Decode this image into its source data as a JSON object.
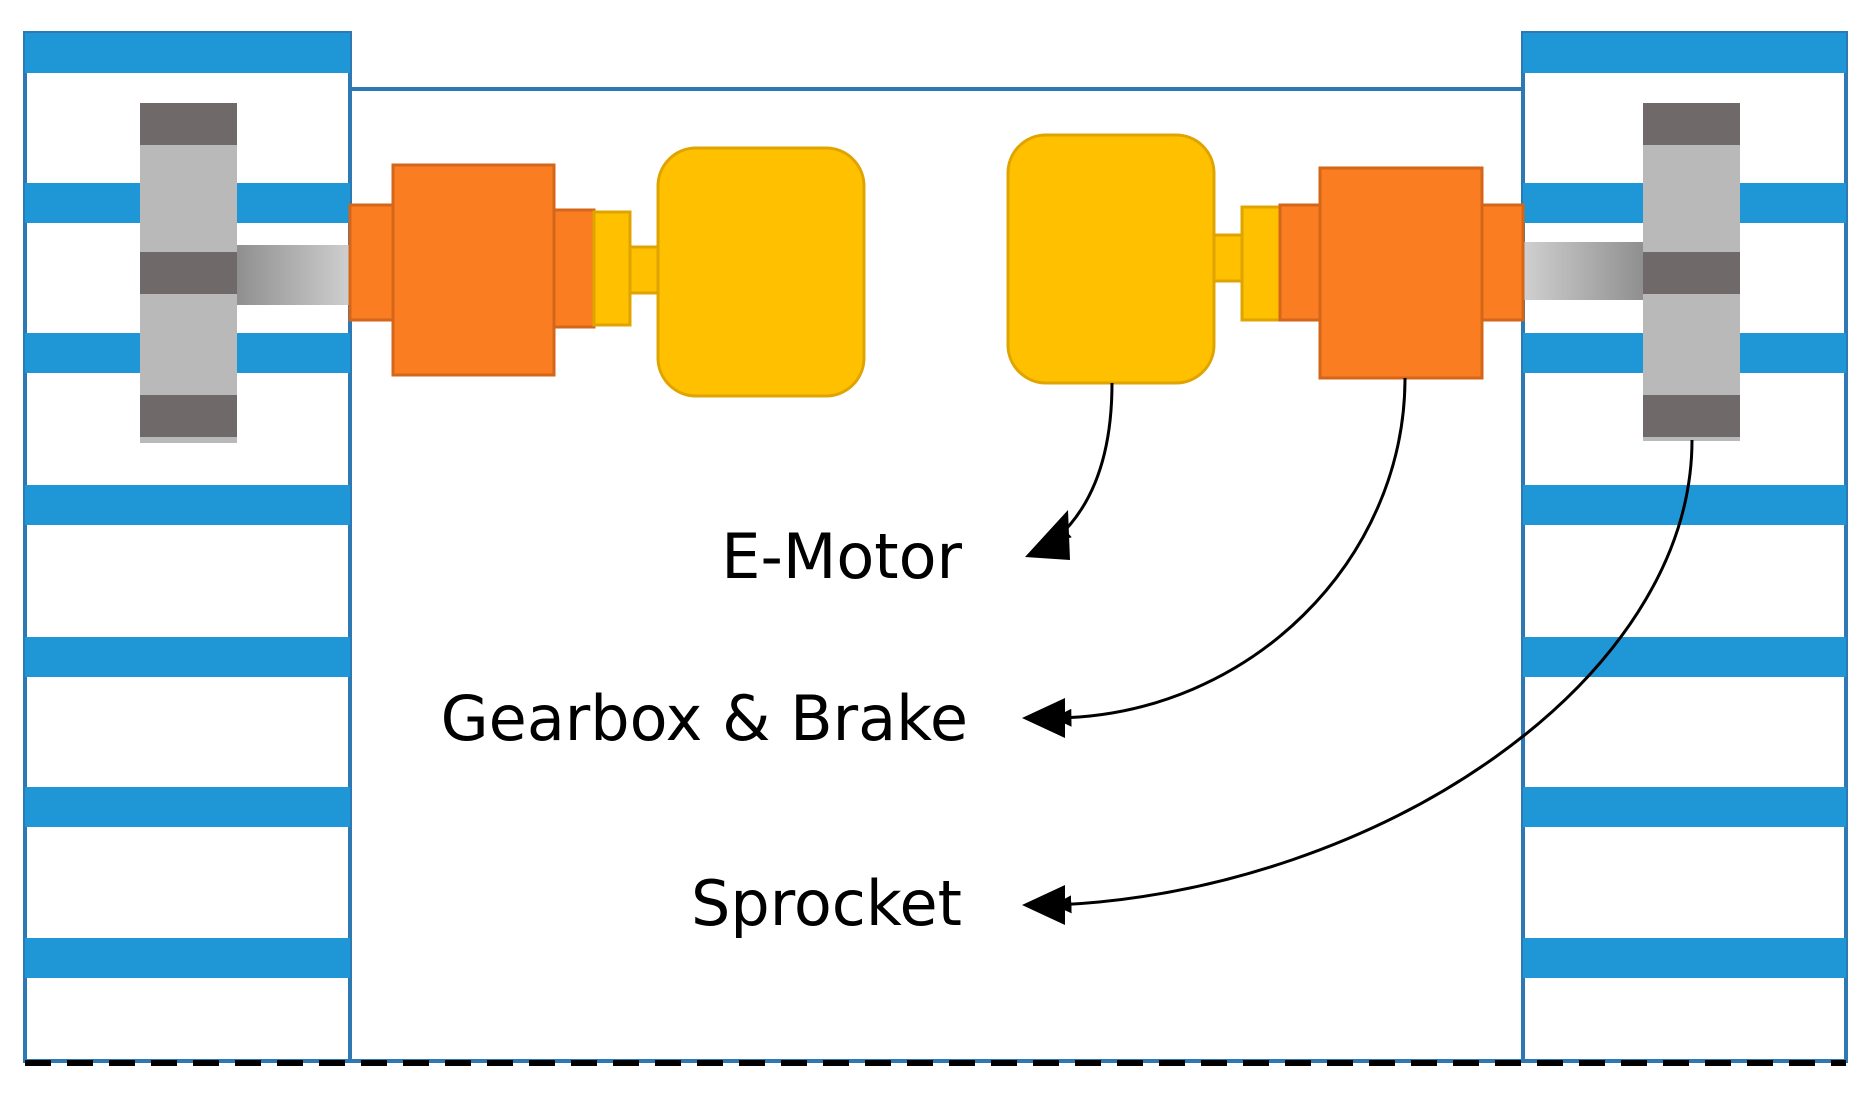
{
  "labels": {
    "emotor": "E-Motor",
    "gearbox_brake": "Gearbox & Brake",
    "sprocket": "Sprocket"
  },
  "colors": {
    "track_blue": "#1f97d6",
    "frame_blue": "#2e78b4",
    "gearbox_orange": "#fb7d22",
    "gearbox_edge": "#d4661a",
    "motor_yellow": "#ffc000",
    "motor_edge": "#e0a400",
    "sprocket_dark": "#6f6a69",
    "sprocket_light": "#b9b9b9",
    "text": "#000000"
  }
}
